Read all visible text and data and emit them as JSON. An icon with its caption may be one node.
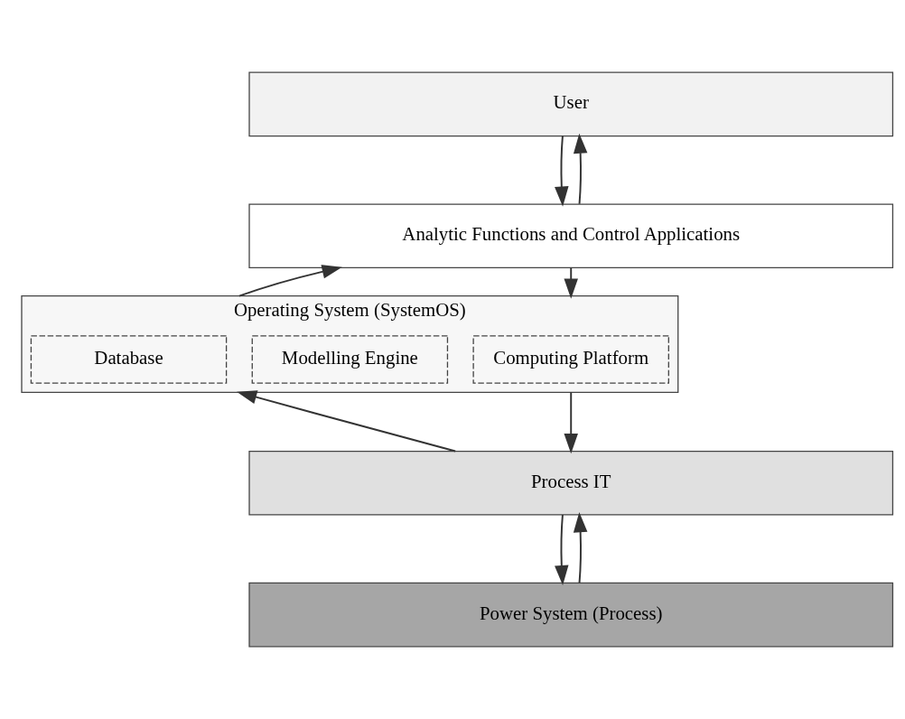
{
  "diagram": {
    "nodes": [
      {
        "text": [
          "User"
        ]
      },
      {
        "text": [
          "Analytic Functions and Control Applications"
        ]
      },
      {
        "text": [
          "Operating System (SystemOS)"
        ]
      },
      {
        "text": [
          "Computing Platform"
        ],
        "in": 2
      },
      {
        "text": [
          "Modelling Engine"
        ],
        "in": 2
      },
      {
        "text": [
          "Database"
        ],
        "in": 2
      },
      {
        "text": [
          "Process IT"
        ]
      },
      {
        "text": [
          "Power System (Process)"
        ]
      }
    ],
    "edges": [
      {
        "from": 0,
        "to": 1,
        "arrow": "to"
      },
      {
        "from": 1,
        "to": 2,
        "arrow": "to"
      },
      {
        "from": 2,
        "to": 6,
        "arrow": "to"
      },
      {
        "from": 6,
        "to": 7,
        "arrow": "to"
      },
      {
        "from": 7,
        "to": 6,
        "arrow": "to"
      },
      {
        "from": 6,
        "to": 2,
        "arrow": "to"
      },
      {
        "from": 2,
        "to": 1,
        "arrow": "to"
      },
      {
        "from": 1,
        "to": 0,
        "arrow": "to"
      }
    ]
  }
}
